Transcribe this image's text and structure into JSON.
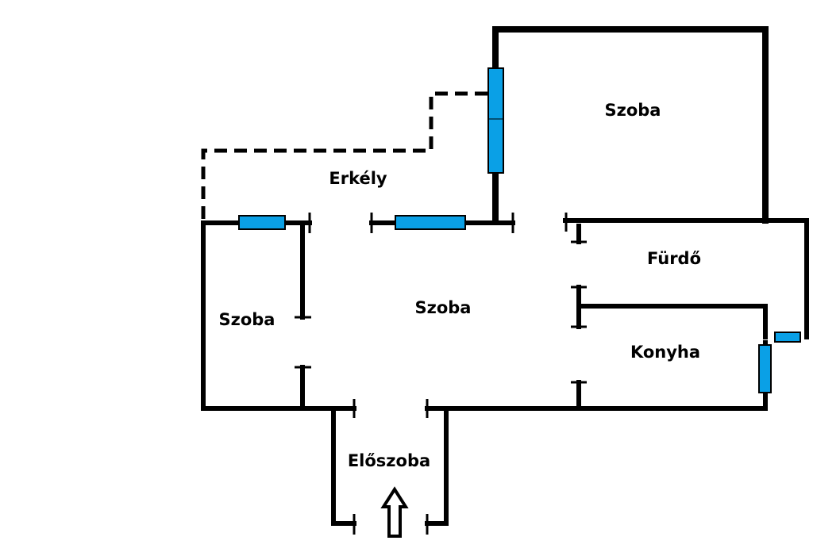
{
  "colors": {
    "wall": "#000000",
    "window": "#0aa0e6",
    "background": "#ffffff"
  },
  "rooms": {
    "szoba_large": "Szoba",
    "erkely": "Erkély",
    "furdo": "Fürdő",
    "szoba_left": "Szoba",
    "szoba_center": "Szoba",
    "konyha": "Konyha",
    "eloszoba": "Előszoba"
  },
  "icons": {
    "entrance": "up-arrow-icon"
  }
}
